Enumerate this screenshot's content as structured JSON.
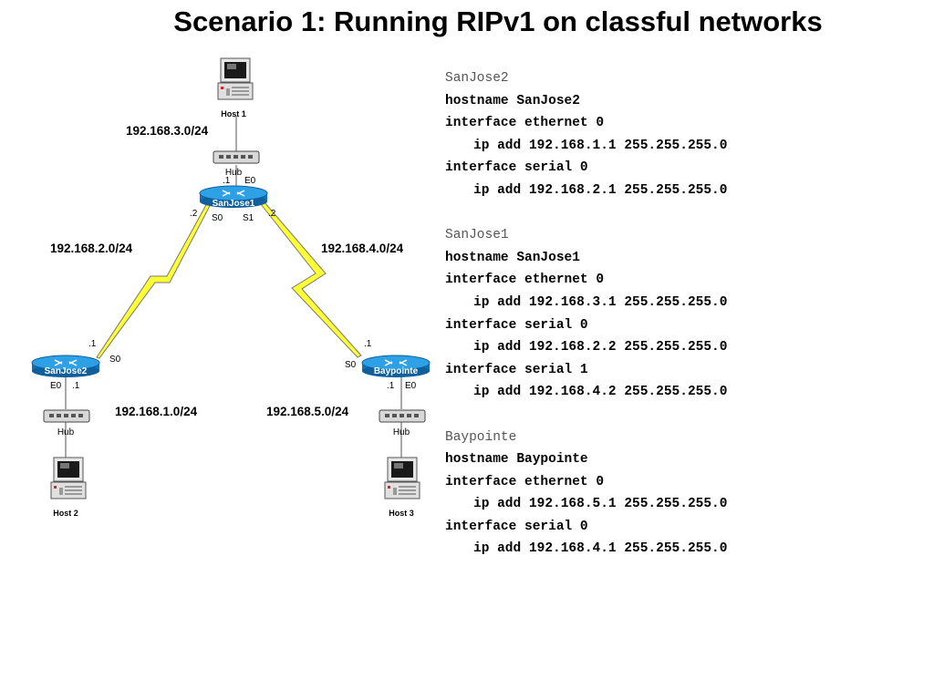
{
  "title": "Scenario 1: Running RIPv1 on classful networks",
  "diagram": {
    "hosts": {
      "host1": "Host 1",
      "host2": "Host 2",
      "host3": "Host 3"
    },
    "hubs": {
      "hub_top": "Hub",
      "hub_left": "Hub",
      "hub_right": "Hub"
    },
    "routers": {
      "sanjose1": "SanJose1",
      "sanjose2": "SanJose2",
      "baypointe": "Baypointe"
    },
    "networks": {
      "net_3": "192.168.3.0/24",
      "net_2": "192.168.2.0/24",
      "net_4": "192.168.4.0/24",
      "net_1": "192.168.1.0/24",
      "net_5": "192.168.5.0/24"
    },
    "interfaces": {
      "sj1_e0_addr": ".1",
      "sj1_e0": "E0",
      "sj1_s0_addr": ".2",
      "sj1_s0": "S0",
      "sj1_s1": "S1",
      "sj1_s1_addr": ".2",
      "sj2_s0_addr": ".1",
      "sj2_s0": "S0",
      "sj2_e0": "E0",
      "sj2_e0_addr": ".1",
      "bp_s0_addr": ".1",
      "bp_s0": "S0",
      "bp_e0_addr": ".1",
      "bp_e0": "E0"
    },
    "colors": {
      "router_fill": "#1f8fd6",
      "serial_link": "#ffff33",
      "hub_fill": "#d8d8d8",
      "screen": "#1a1a1a"
    }
  },
  "config": [
    {
      "device": "SanJose2",
      "lines": [
        {
          "text": "hostname SanJose2",
          "indent": false
        },
        {
          "text": "interface ethernet 0",
          "indent": false
        },
        {
          "text": "ip add 192.168.1.1 255.255.255.0",
          "indent": true
        },
        {
          "text": "interface serial 0",
          "indent": false
        },
        {
          "text": "ip add 192.168.2.1 255.255.255.0",
          "indent": true
        }
      ]
    },
    {
      "device": "SanJose1",
      "lines": [
        {
          "text": "hostname SanJose1",
          "indent": false
        },
        {
          "text": "interface ethernet 0",
          "indent": false
        },
        {
          "text": "ip add 192.168.3.1 255.255.255.0",
          "indent": true
        },
        {
          "text": "interface serial 0",
          "indent": false
        },
        {
          "text": "ip add 192.168.2.2 255.255.255.0",
          "indent": true
        },
        {
          "text": "interface serial 1",
          "indent": false
        },
        {
          "text": "ip add 192.168.4.2 255.255.255.0",
          "indent": true
        }
      ]
    },
    {
      "device": "Baypointe",
      "lines": [
        {
          "text": "hostname Baypointe",
          "indent": false
        },
        {
          "text": "interface ethernet 0",
          "indent": false
        },
        {
          "text": "ip add 192.168.5.1 255.255.255.0",
          "indent": true
        },
        {
          "text": "interface serial 0",
          "indent": false
        },
        {
          "text": "ip add 192.168.4.1 255.255.255.0",
          "indent": true
        }
      ]
    }
  ]
}
